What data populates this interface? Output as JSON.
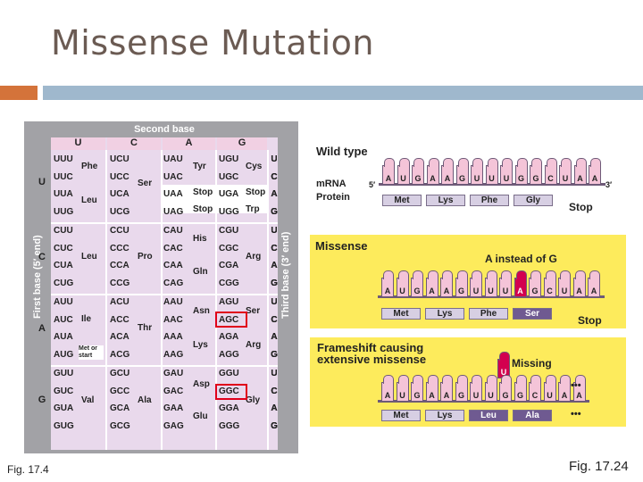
{
  "slide": {
    "title": "Missense Mutation",
    "fig_left": "Fig. 17.4",
    "fig_right": "Fig. 17.24"
  },
  "codon_table": {
    "second_base": "Second base",
    "first_base": "First base (5′ end)",
    "third_base": "Third base (3′ end)",
    "columns": [
      "U",
      "C",
      "A",
      "G"
    ],
    "rows": [
      "U",
      "C",
      "A",
      "G"
    ],
    "third_letters": [
      "U",
      "C",
      "A",
      "G"
    ],
    "codons": [
      [
        "UUU",
        "UUC",
        "UUA",
        "UUG",
        "UCU",
        "UCC",
        "UCA",
        "UCG",
        "UAU",
        "UAC",
        "UAA",
        "UAG",
        "UGU",
        "UGC",
        "UGA",
        "UGG"
      ],
      [
        "CUU",
        "CUC",
        "CUA",
        "CUG",
        "CCU",
        "CCC",
        "CCA",
        "CCG",
        "CAU",
        "CAC",
        "CAA",
        "CAG",
        "CGU",
        "CGC",
        "CGA",
        "CGG"
      ],
      [
        "AUU",
        "AUC",
        "AUA",
        "AUG",
        "ACU",
        "ACC",
        "ACA",
        "ACG",
        "AAU",
        "AAC",
        "AAA",
        "AAG",
        "AGU",
        "AGC",
        "AGA",
        "AGG"
      ],
      [
        "GUU",
        "GUC",
        "GUA",
        "GUG",
        "GCU",
        "GCC",
        "GCA",
        "GCG",
        "GAU",
        "GAC",
        "GAA",
        "GAG",
        "GGU",
        "GGC",
        "GGA",
        "GGG"
      ]
    ],
    "amino_acids": {
      "phe": "Phe",
      "leu1": "Leu",
      "ser1": "Ser",
      "tyr": "Tyr",
      "stop1": "Stop",
      "stop2": "Stop",
      "cys": "Cys",
      "stop3": "Stop",
      "trp": "Trp",
      "leu2": "Leu",
      "pro": "Pro",
      "his": "His",
      "gln": "Gln",
      "arg1": "Arg",
      "ile": "Ile",
      "met": "Met or start",
      "thr": "Thr",
      "asn": "Asn",
      "lys": "Lys",
      "ser2": "Ser",
      "arg2": "Arg",
      "val": "Val",
      "ala": "Ala",
      "asp": "Asp",
      "glu": "Glu",
      "gly": "Gly"
    }
  },
  "wild_type": {
    "title": "Wild type",
    "mrna_label": "mRNA",
    "protein_label": "Protein",
    "five_prime": "5′",
    "three_prime": "3′",
    "sequence": [
      "A",
      "U",
      "G",
      "A",
      "A",
      "G",
      "U",
      "U",
      "U",
      "G",
      "G",
      "C",
      "U",
      "A",
      "A"
    ],
    "proteins": [
      "Met",
      "Lys",
      "Phe",
      "Gly"
    ],
    "stop": "Stop"
  },
  "missense": {
    "title": "Missense",
    "annotation": "A instead of G",
    "sequence": [
      "A",
      "U",
      "G",
      "A",
      "A",
      "G",
      "U",
      "U",
      "U",
      "A",
      "G",
      "C",
      "U",
      "A",
      "A"
    ],
    "proteins": [
      "Met",
      "Lys",
      "Phe",
      "Ser"
    ],
    "stop": "Stop"
  },
  "frameshift": {
    "title_line1": "Frameshift causing",
    "title_line2": "extensive missense",
    "deleted_base": "U",
    "missing_label": "Missing",
    "sequence": [
      "A",
      "U",
      "G",
      "A",
      "A",
      "G",
      "U",
      "U",
      "G",
      "G",
      "C",
      "U",
      "A",
      "A"
    ],
    "proteins": [
      "Met",
      "Lys",
      "Leu",
      "Ala"
    ],
    "ellipsis": "•••"
  },
  "colors": {
    "accent_orange": "#d4733a",
    "accent_blue": "#9fb8cd",
    "mutant_base": "#d3004f",
    "highlight_box": "#e0001a",
    "panel_yellow": "#fdeb5c"
  }
}
